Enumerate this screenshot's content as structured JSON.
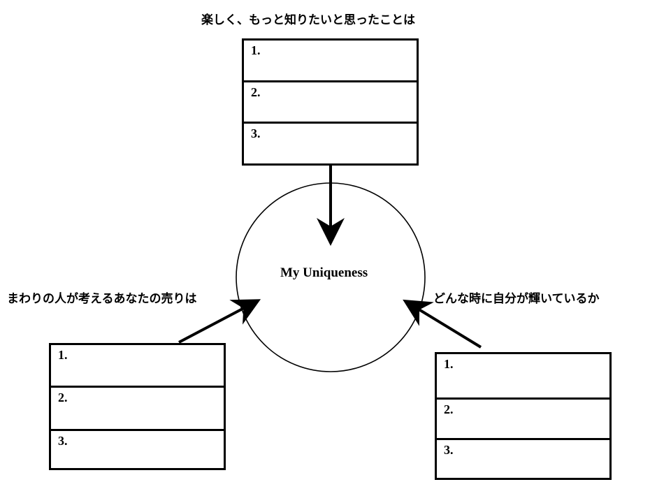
{
  "center": {
    "label": "My Uniqueness"
  },
  "top_group": {
    "heading": "楽しく、もっと知りたいと思ったことは",
    "rows": [
      "1.",
      "2.",
      "3."
    ]
  },
  "left_group": {
    "heading": "まわりの人が考えるあなたの売りは",
    "rows": [
      "1.",
      "2.",
      "3."
    ]
  },
  "right_group": {
    "heading": "どんな時に自分が輝いているか",
    "rows": [
      "1.",
      "2.",
      "3."
    ]
  }
}
